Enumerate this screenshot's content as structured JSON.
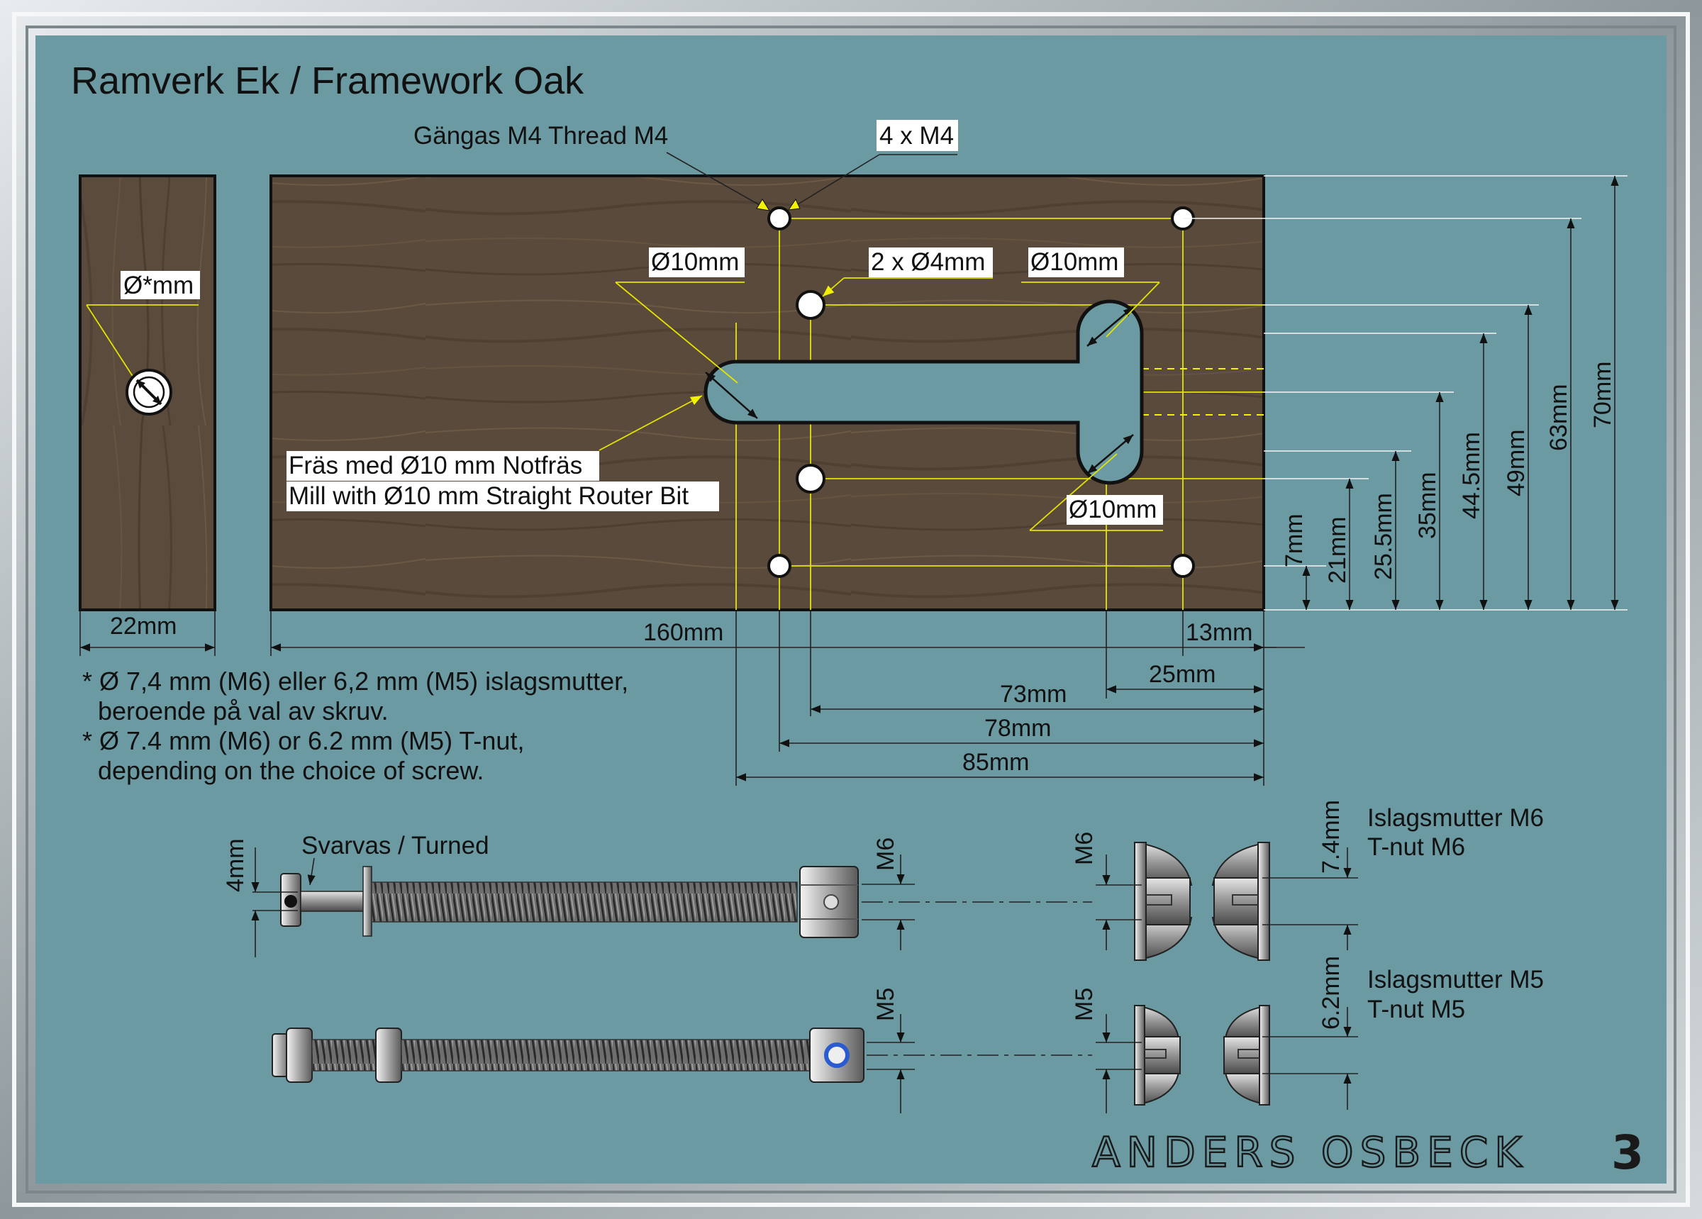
{
  "title": "Ramverk Ek / Framework Oak",
  "brand": {
    "name": "ANDERS OSBECK",
    "mark": "3"
  },
  "callouts": {
    "thread": "Gängas M4 Thread M4",
    "holes_m4": "4 x M4",
    "slot_d1": "Ø10mm",
    "holes_4mm": "2 x Ø4mm",
    "slot_d2": "Ø10mm",
    "slot_d3": "Ø10mm",
    "side_hole": "Ø*mm",
    "mill_sv": "Fräs med Ø10 mm Notfräs",
    "mill_en": "Mill with Ø10 mm  Straight Router Bit",
    "turned": "Svarvas / Turned"
  },
  "dimensions": {
    "side_width": "22mm",
    "length": "160mm",
    "right_offset": "13mm",
    "d25": "25mm",
    "d73": "73mm",
    "d78": "78mm",
    "d85": "85mm",
    "v7": "7mm",
    "v21": "21mm",
    "v25_5": "25.5mm",
    "v35": "35mm",
    "v44_5": "44.5mm",
    "v49": "49mm",
    "v63": "63mm",
    "v70": "70mm",
    "screw_4mm": "4mm",
    "m6": "M6",
    "m5": "M5",
    "tnut_m6_label": "M6",
    "tnut_m5_label": "M5",
    "d7_4": "7.4mm",
    "d6_2": "6.2mm"
  },
  "notes": {
    "sv_line1": "* Ø 7,4 mm (M6) eller 6,2 mm (M5) islagsmutter,",
    "sv_line2": "beroende på val av skruv.",
    "en_line1": "* Ø 7.4 mm (M6) or 6.2 mm (M5) T-nut,",
    "en_line2": "depending on the choice of screw."
  },
  "hardware": {
    "tnut_m6_sv": "Islagsmutter M6",
    "tnut_m6_en": "T-nut M6",
    "tnut_m5_sv": "Islagsmutter M5",
    "tnut_m5_en": "T-nut M5"
  },
  "colors": {
    "background": "#6b9aa2",
    "wood": "#5a4a3b",
    "guide_lines": "#e4e400",
    "outline": "#111111"
  }
}
